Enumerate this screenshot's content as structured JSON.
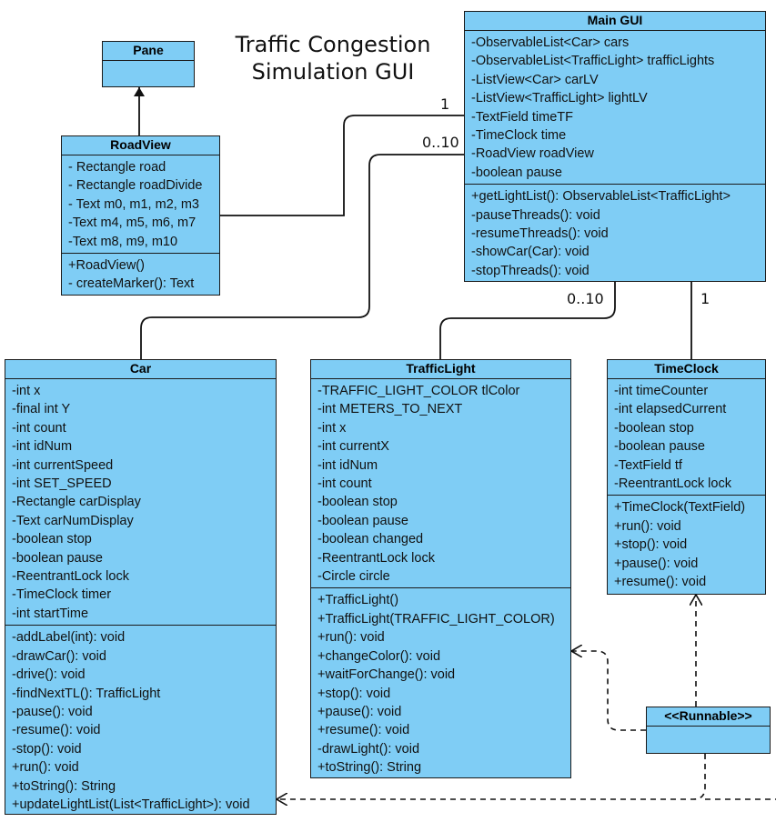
{
  "title": {
    "line1": "Traffic Congestion",
    "line2": "Simulation GUI"
  },
  "classes": {
    "pane": {
      "name": "Pane",
      "attributes": [],
      "methods": []
    },
    "roadview": {
      "name": "RoadView",
      "attributes": [
        "- Rectangle road",
        "- Rectangle roadDivide",
        "- Text m0, m1, m2, m3",
        "-Text m4, m5, m6, m7",
        "-Text m8, m9, m10"
      ],
      "methods": [
        "+RoadView()",
        "- createMarker(): Text"
      ]
    },
    "maingui": {
      "name": "Main GUI",
      "attributes": [
        "-ObservableList<Car> cars",
        "-ObservableList<TrafficLight> trafficLights",
        "-ListView<Car> carLV",
        "-ListView<TrafficLight> lightLV",
        "-TextField timeTF",
        "-TimeClock time",
        "-RoadView roadView",
        "-boolean pause"
      ],
      "methods": [
        "+getLightList(): ObservableList<TrafficLight>",
        "-pauseThreads(): void",
        "-resumeThreads(): void",
        "-showCar(Car): void",
        "-stopThreads(): void"
      ]
    },
    "car": {
      "name": "Car",
      "attributes": [
        "-int x",
        "-final int Y",
        "-int count",
        "-int idNum",
        "-int currentSpeed",
        "-int SET_SPEED",
        "-Rectangle carDisplay",
        "-Text carNumDisplay",
        "-boolean stop",
        "-boolean pause",
        "-ReentrantLock lock",
        "-TimeClock timer",
        "-int startTime"
      ],
      "methods": [
        "-addLabel(int): void",
        "-drawCar(): void",
        "-drive(): void",
        "-findNextTL(): TrafficLight",
        "-pause(): void",
        "-resume(): void",
        "-stop(): void",
        "+run(): void",
        "+toString(): String",
        "+updateLightList(List<TrafficLight>): void"
      ]
    },
    "trafficlight": {
      "name": "TrafficLight",
      "attributes": [
        "-TRAFFIC_LIGHT_COLOR tlColor",
        "-int METERS_TO_NEXT",
        "-int x",
        "-int currentX",
        "-int idNum",
        "-int count",
        "-boolean stop",
        "-boolean pause",
        "-boolean changed",
        "-ReentrantLock lock",
        "-Circle circle"
      ],
      "methods": [
        "+TrafficLight()",
        "+TrafficLight(TRAFFIC_LIGHT_COLOR)",
        "+run(): void",
        "+changeColor(): void",
        "+waitForChange(): void",
        "+stop(): void",
        "+pause(): void",
        "+resume(): void",
        "-drawLight(): void",
        "+toString(): String"
      ]
    },
    "timeclock": {
      "name": "TimeClock",
      "attributes": [
        "-int timeCounter",
        "-int elapsedCurrent",
        "-boolean stop",
        "-boolean pause",
        "-TextField tf",
        "-ReentrantLock lock"
      ],
      "methods": [
        "+TimeClock(TextField)",
        "+run(): void",
        "+stop(): void",
        "+pause(): void",
        "+resume(): void"
      ]
    },
    "runnable": {
      "name": "<<Runnable>>",
      "attributes": [],
      "methods": []
    }
  },
  "multiplicities": {
    "roadview_main": "1",
    "car_main": "0..10",
    "trafficlight_main": "0..10",
    "timeclock_main": "1"
  },
  "colors": {
    "class_fill": "#7fcdf5",
    "border": "#1a1a1a",
    "line": "#111111"
  }
}
